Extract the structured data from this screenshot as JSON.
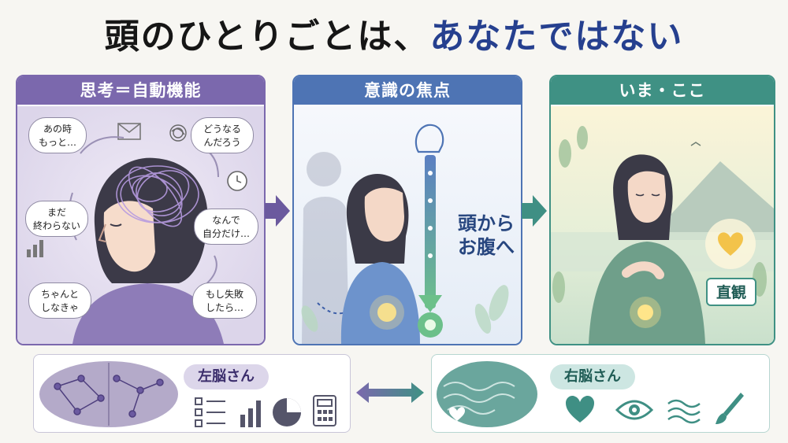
{
  "title": {
    "main": "頭のひとりごとは、",
    "accent": "あなたではない"
  },
  "panels": {
    "thought": {
      "heading": "思考＝自動機能",
      "bubbles": [
        "あの時\nもっと…",
        "どうなる\nんだろう",
        "まだ\n終わらない",
        "なんで\n自分だけ…",
        "ちゃんと\nしなきゃ",
        "もし失敗\nしたら…"
      ]
    },
    "focus": {
      "heading": "意識の焦点",
      "label_line1": "頭から",
      "label_line2": "お腹へ"
    },
    "now": {
      "heading": "いま・ここ",
      "badge": "直観"
    }
  },
  "bottom": {
    "left_label": "左脳さん",
    "right_label": "右脳さん"
  },
  "colors": {
    "purple": "#7b68ad",
    "blue": "#4e74b4",
    "teal": "#3f9184",
    "accent_title": "#26408f"
  },
  "icons": [
    "envelope-icon",
    "bar-chart-icon",
    "tangle-icon",
    "clock-icon",
    "checklist-icon",
    "pie-chart-icon",
    "calculator-icon",
    "heart-icon",
    "eye-icon",
    "waves-icon",
    "paintbrush-icon",
    "double-arrow-icon"
  ]
}
